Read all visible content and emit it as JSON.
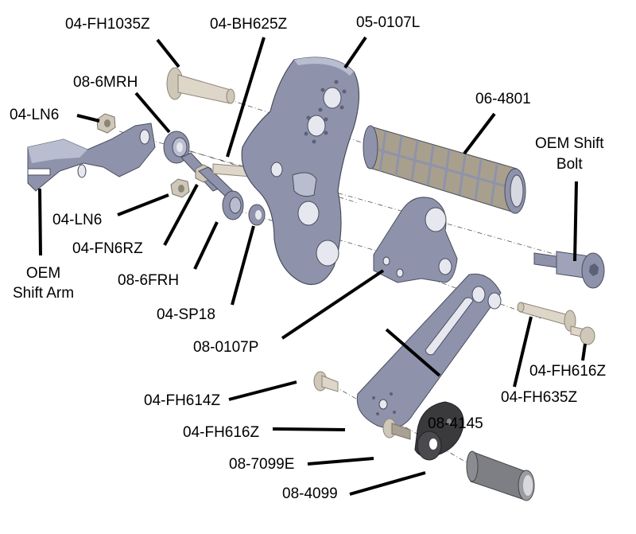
{
  "diagram": {
    "type": "exploded-parts-view",
    "colors": {
      "metal": "#8e93ab",
      "metal_light": "#b9bdd0",
      "metal_dark": "#5d6177",
      "hardware": "#cfc7b8",
      "hardware_dark": "#8d8577",
      "grip_rubber": "#a8a08c",
      "black_part": "#3a3a3c",
      "leader": "#000000",
      "axis": "#555555"
    },
    "labels": {
      "fh1035z": "04-FH1035Z",
      "bh625z": "04-BH625Z",
      "plate": "05-0107L",
      "mrh": "08-6MRH",
      "ln6_top": "04-LN6",
      "grip": "06-4801",
      "oem_bolt_line1": "OEM Shift",
      "oem_bolt_line2": "Bolt",
      "ln6_mid": "04-LN6",
      "fn6rz": "04-FN6RZ",
      "oem_arm_line1": "OEM",
      "oem_arm_line2": "Shift Arm",
      "frh": "08-6FRH",
      "sp18": "04-SP18",
      "peg_mount": "08-0107P",
      "fh616z_right": "04-FH616Z",
      "fh635z": "04-FH635Z",
      "fh614z": "04-FH614Z",
      "lever": "08-4145",
      "fh616z_left": "04-FH616Z",
      "eccentric": "08-7099E",
      "spacer": "08-4099"
    }
  }
}
